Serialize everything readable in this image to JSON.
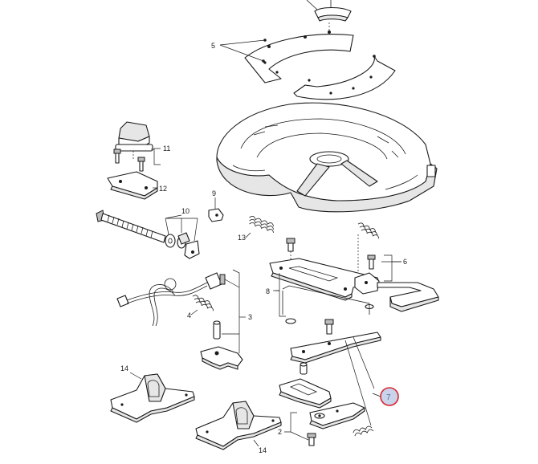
{
  "callouts": {
    "c2": "2",
    "c3": "3",
    "c4": "4",
    "c5": "5",
    "c6": "6",
    "c7": "7",
    "c8": "8",
    "c9": "9",
    "c10": "10",
    "c11": "11",
    "c12": "12",
    "c13": "13",
    "c14a": "14",
    "c14b": "14"
  },
  "highlight": {
    "callout": "7",
    "ring_color": "#d9232e",
    "fill_color": "#c9d3ea",
    "text_color": "#5b6b9a"
  }
}
